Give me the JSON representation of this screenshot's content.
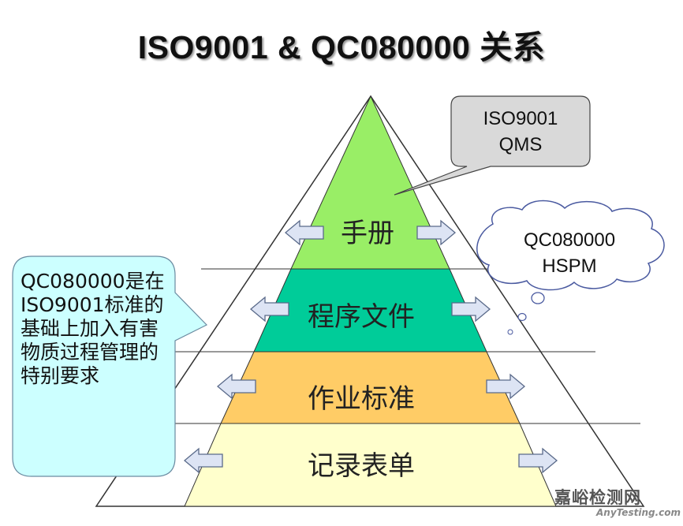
{
  "title": "ISO9001 & QC080000 关系",
  "pyramid": {
    "layers": [
      {
        "label": "手册",
        "color": "#99ee66"
      },
      {
        "label": "程序文件",
        "color": "#00cc99"
      },
      {
        "label": "作业标准",
        "color": "#ffcc66"
      },
      {
        "label": "记录表单",
        "color": "#ffffcc"
      }
    ]
  },
  "callouts": {
    "iso": {
      "line1": "ISO9001",
      "line2": "QMS",
      "fill": "#d9d9d9"
    },
    "qc": {
      "line1": "QC080000",
      "line2": "HSPM",
      "fill": "#ffffff"
    }
  },
  "note": {
    "text": "QC080000是在ISO9001标准的基础上加入有害物质过程管理的特别要求",
    "fill": "#ccffff"
  },
  "arrows": {
    "fill": "#dde4f4",
    "stroke": "#5a6a8a"
  },
  "watermark": {
    "main": "嘉峪检测网",
    "sub": "AnyTesting.com"
  }
}
